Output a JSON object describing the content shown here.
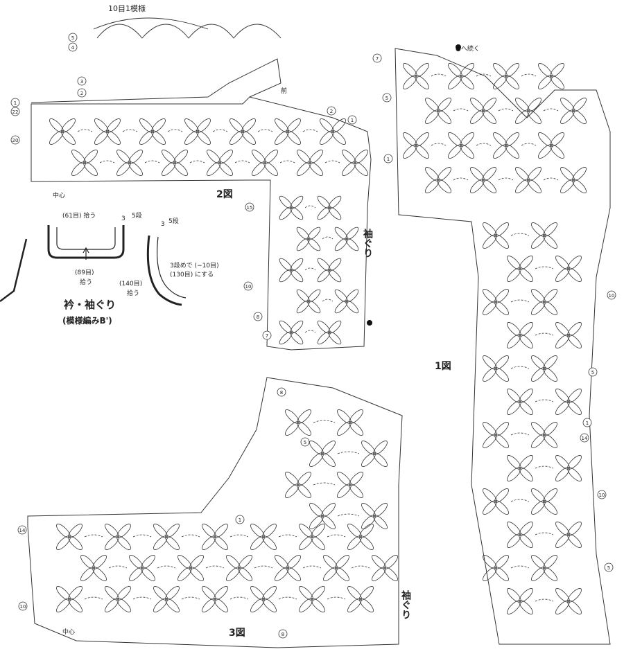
{
  "repeat_label": "10目1模様",
  "figure1": {
    "label": "1図",
    "continue_label": "●へ続く",
    "row_marks": [
      "7",
      "5",
      "1",
      "10",
      "5",
      "1",
      "14",
      "10",
      "5"
    ]
  },
  "figure2": {
    "label": "2図",
    "front_label": "前",
    "center_label": "中心",
    "armhole_label": "袖ぐり",
    "row_marks_left": [
      "5",
      "4",
      "3",
      "2",
      "1",
      "22",
      "20"
    ],
    "row_marks_right": [
      "2",
      "1",
      "15",
      "10",
      "8",
      "7"
    ]
  },
  "figure3": {
    "label": "3図",
    "center_label": "中心",
    "armhole_label": "袖ぐり",
    "row_marks": [
      "8",
      "5",
      "1",
      "14",
      "10",
      "8"
    ]
  },
  "schematic": {
    "title": "衿・袖ぐり",
    "subtitle": "(模様編みB')",
    "neck_top_pickup": "(61目) 拾う",
    "neck_rows_a": "3",
    "neck_rows_b": "5段",
    "neck_rows_c": "3",
    "neck_rows_d": "5段",
    "neck_bottom_count": "(89目)",
    "neck_bottom_pickup": "拾う",
    "arm_note_1": "3段めで (−10目)",
    "arm_note_2": "(130目) にする",
    "arm_count": "(140目)",
    "arm_pickup": "拾う"
  }
}
